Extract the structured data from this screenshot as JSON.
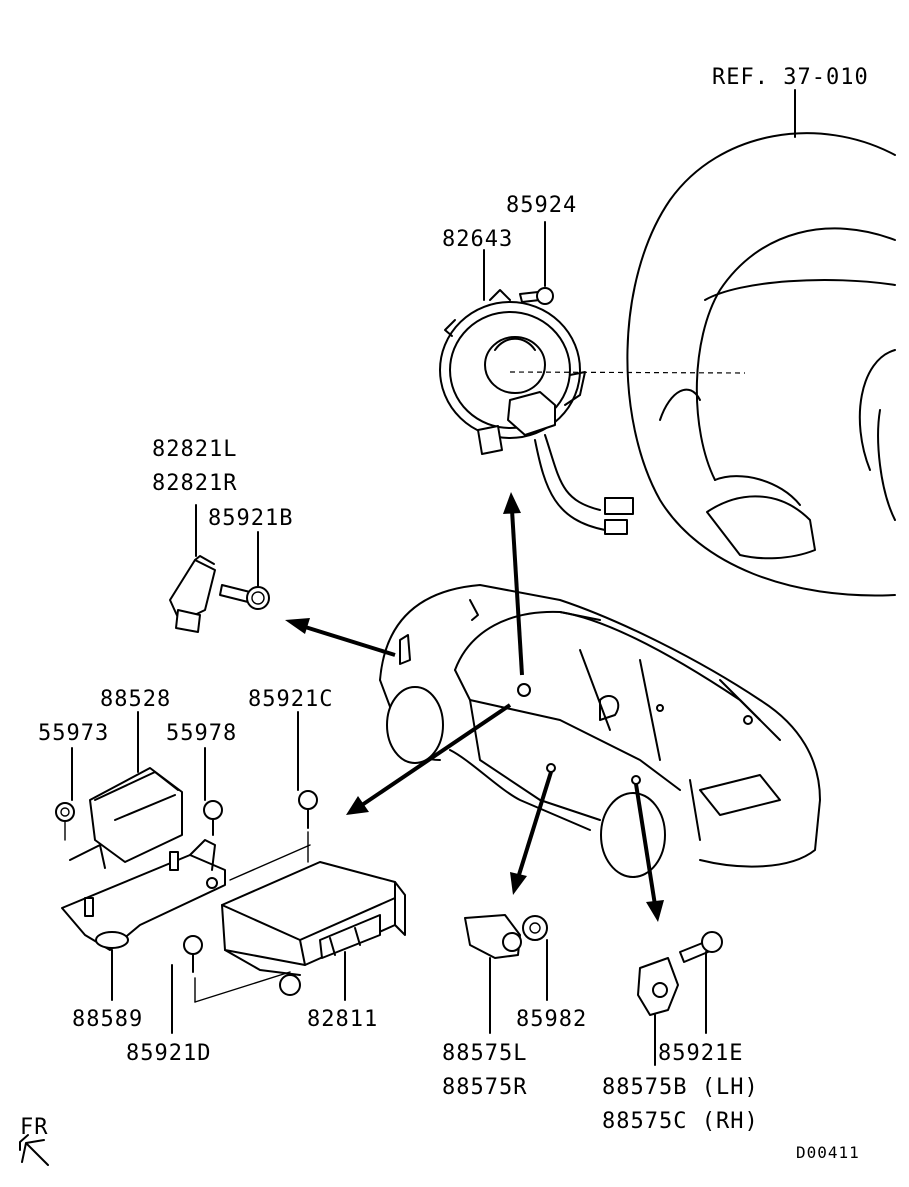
{
  "labels": {
    "ref": "REF. 37-010",
    "p85924": "85924",
    "p82643": "82643",
    "p82821L": "82821L",
    "p82821R": "82821R",
    "p85921B": "85921B",
    "p88528": "88528",
    "p55973": "55973",
    "p55978": "55978",
    "p85921C": "85921C",
    "p88589": "88589",
    "p85921D": "85921D",
    "p82811": "82811",
    "p88575L": "88575L",
    "p88575R": "88575R",
    "p85982": "85982",
    "p85921E": "85921E",
    "p88575B": "88575B (LH)",
    "p88575C": "88575C (RH)",
    "fr": "FR",
    "code": "D00411"
  }
}
